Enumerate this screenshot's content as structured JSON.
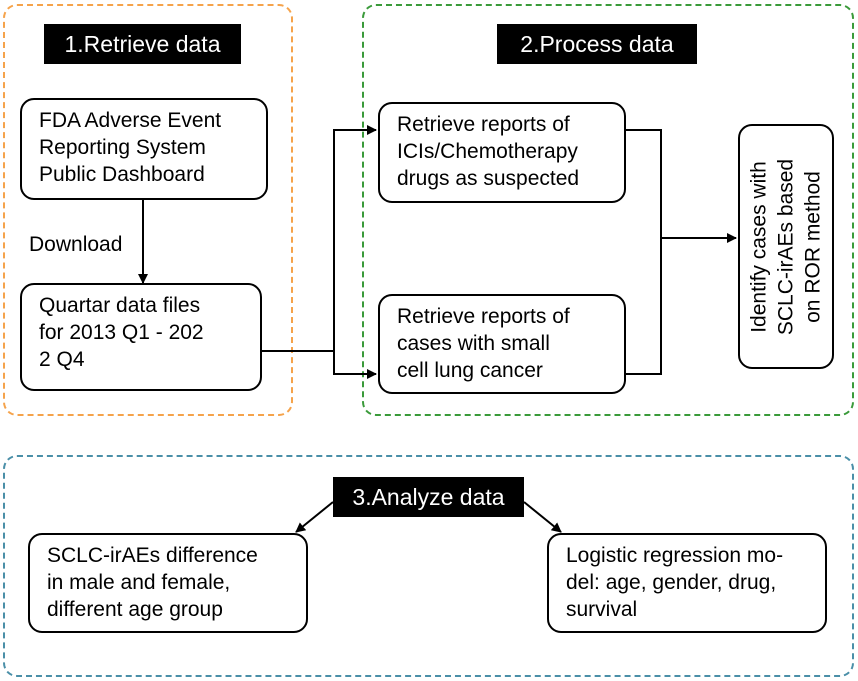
{
  "panels": {
    "retrieve": {
      "title": "1.Retrieve data",
      "color": "#F5A34B"
    },
    "process": {
      "title": "2.Process data",
      "color": "#3A9A3A"
    },
    "analyze": {
      "title": "3.Analyze data",
      "color": "#4A8FA8"
    }
  },
  "boxes": {
    "faers": "FDA Adverse Event\nReporting System\nPublic Dashboard",
    "quarter": "Quartar data files\nfor 2013 Q1 - 202\n2 Q4",
    "ici_reports": "Retrieve reports of\nICIs/Chemotherapy\ndrugs as suspected",
    "sclc_reports": "Retrieve reports of\ncases with small\ncell lung cancer",
    "identify": "Identify cases with\nSCLC-irAEs based\non ROR method",
    "difference": "SCLC-irAEs difference\nin male and female,\ndifferent age group",
    "logistic": "Logistic regression mo-\ndel: age, gender, drug,\nsurvival"
  },
  "labels": {
    "download": "Download"
  }
}
